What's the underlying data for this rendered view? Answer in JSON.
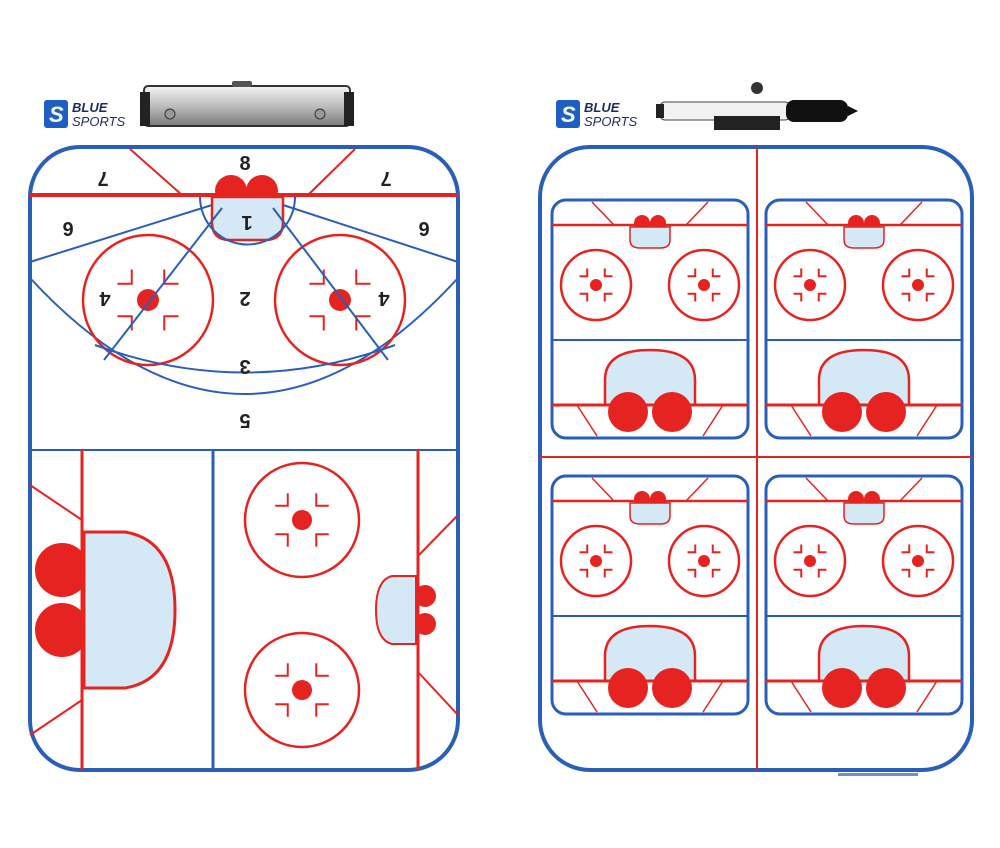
{
  "brand": {
    "name_line1": "BLUE",
    "name_line2": "SPORTS",
    "badge_letter": "S"
  },
  "colors": {
    "rink_red": "#e52421",
    "rink_blue": "#2a5fb8",
    "crease_fill": "#d4e8f6",
    "logo_blue": "#1e5fc4"
  },
  "left_board": {
    "zone_numbers": [
      "7",
      "8",
      "7",
      "6",
      "1",
      "6",
      "4",
      "2",
      "4",
      "3",
      "5"
    ]
  },
  "right_board": {
    "mini_rinks": 4
  }
}
